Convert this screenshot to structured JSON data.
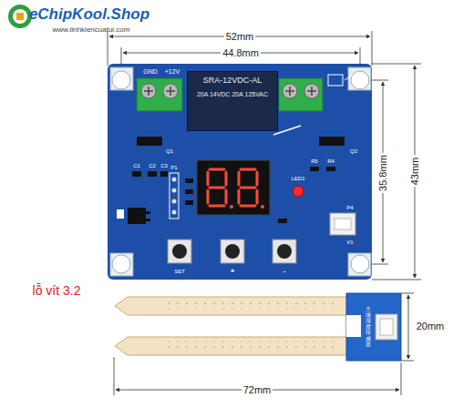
{
  "diagram": {
    "nodes": [
      {
        "text": [
          "SRA-12VDC-AL",
          "20A 14VDC 20A 125VAC"
        ]
      }
    ],
    "labels": [
      "eChipKool.Shop",
      "www.linhkiencuatui.com",
      "52mm",
      "44.8mm",
      "35.8mm",
      "43mm",
      "GND",
      "+12V",
      "Q1",
      "Q2",
      "C1",
      "C2",
      "C3",
      "P1",
      "LED1",
      "R5",
      "R4",
      "P4",
      "V1",
      "SET",
      "+",
      "-",
      "lỗ vít 3.2",
      "20mm",
      "72mm",
      "土壤湿度传感器"
    ]
  }
}
